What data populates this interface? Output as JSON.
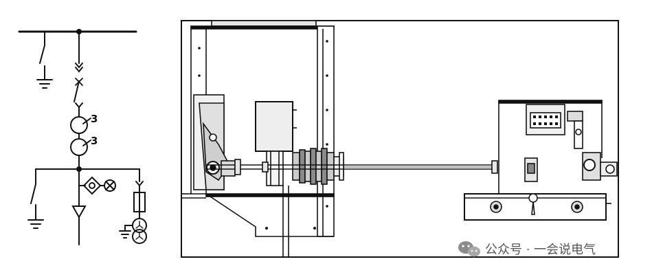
{
  "diagram": {
    "schematic": {
      "ct_labels": [
        "3",
        "3"
      ]
    },
    "watermark": {
      "icon": "wechat-icon",
      "text": "公众号 · 一会说电气"
    },
    "colors": {
      "line": "#111111",
      "fill_gray": "#d9d9d9",
      "fill_dark": "#8a8a8a",
      "background": "#ffffff"
    }
  }
}
